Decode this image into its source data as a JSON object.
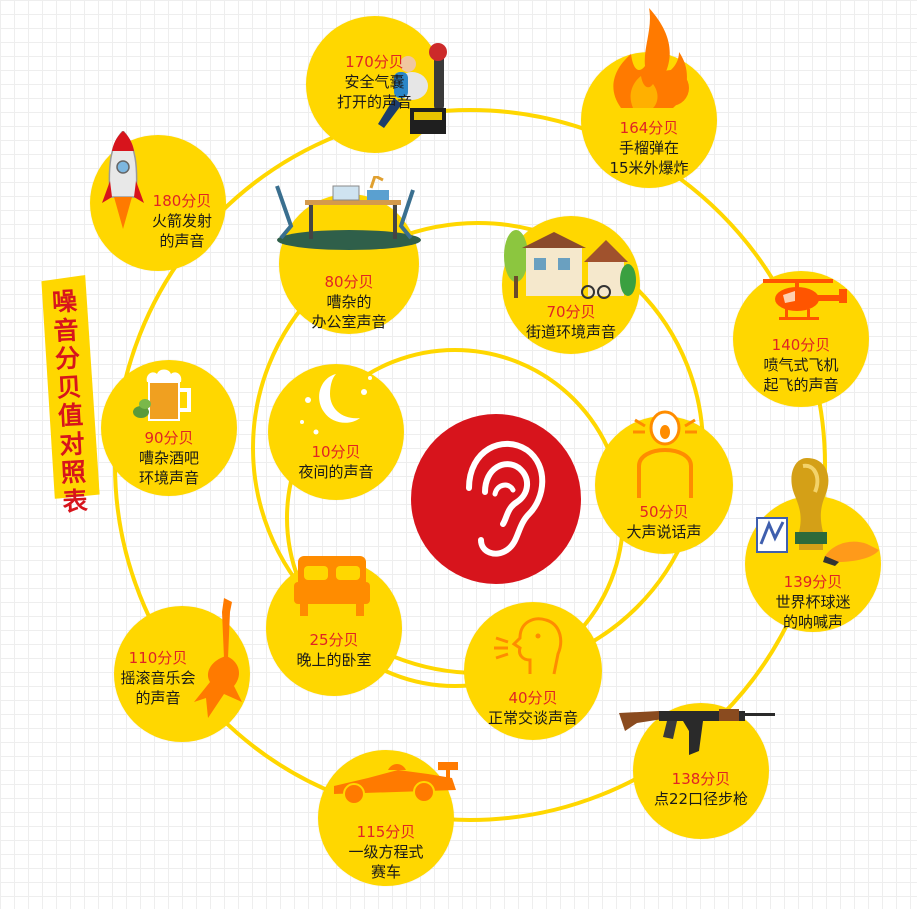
{
  "title": "噪音分贝值对照表",
  "colors": {
    "node": "#ffd700",
    "ring": "#ffd700",
    "value": "#e02424",
    "accent": "#d7141c",
    "icon": "#ff8c00"
  },
  "center": {
    "icon": "ear-icon"
  },
  "items": [
    {
      "id": "airbag",
      "value": "170分贝",
      "desc": "安全气囊\n打开的声音",
      "icon": "airbag-icon"
    },
    {
      "id": "grenade",
      "value": "164分贝",
      "desc": "手榴弹在\n15米外爆炸",
      "icon": "fire-explosion-icon"
    },
    {
      "id": "rocket",
      "value": "180分贝",
      "desc": "火箭发射\n的声音",
      "icon": "rocket-icon"
    },
    {
      "id": "office",
      "value": "80分贝",
      "desc": "嘈杂的\n办公室声音",
      "icon": "office-desk-icon"
    },
    {
      "id": "street",
      "value": "70分贝",
      "desc": "街道环境声音",
      "icon": "street-house-icon"
    },
    {
      "id": "jet",
      "value": "140分贝",
      "desc": "喷气式飞机\n起飞的声音",
      "icon": "helicopter-icon"
    },
    {
      "id": "bar",
      "value": "90分贝",
      "desc": "嘈杂酒吧\n环境声音",
      "icon": "beer-mug-icon"
    },
    {
      "id": "night",
      "value": "10分贝",
      "desc": "夜间的声音",
      "icon": "moon-stars-icon"
    },
    {
      "id": "shout",
      "value": "50分贝",
      "desc": "大声说话声",
      "icon": "shouting-person-icon"
    },
    {
      "id": "worldcup",
      "value": "139分贝",
      "desc": "世界杯球迷\n的呐喊声",
      "icon": "world-cup-trophy-icon"
    },
    {
      "id": "bedroom",
      "value": "25分贝",
      "desc": "晚上的卧室",
      "icon": "bed-icon"
    },
    {
      "id": "rock",
      "value": "110分贝",
      "desc": "摇滚音乐会\n的声音",
      "icon": "electric-guitar-icon"
    },
    {
      "id": "talk",
      "value": "40分贝",
      "desc": "正常交谈声音",
      "icon": "talking-head-icon"
    },
    {
      "id": "rifle",
      "value": "138分贝",
      "desc": "点22口径步枪",
      "icon": "rifle-icon"
    },
    {
      "id": "f1",
      "value": "115分贝",
      "desc": "一级方程式\n赛车",
      "icon": "race-car-icon"
    }
  ]
}
